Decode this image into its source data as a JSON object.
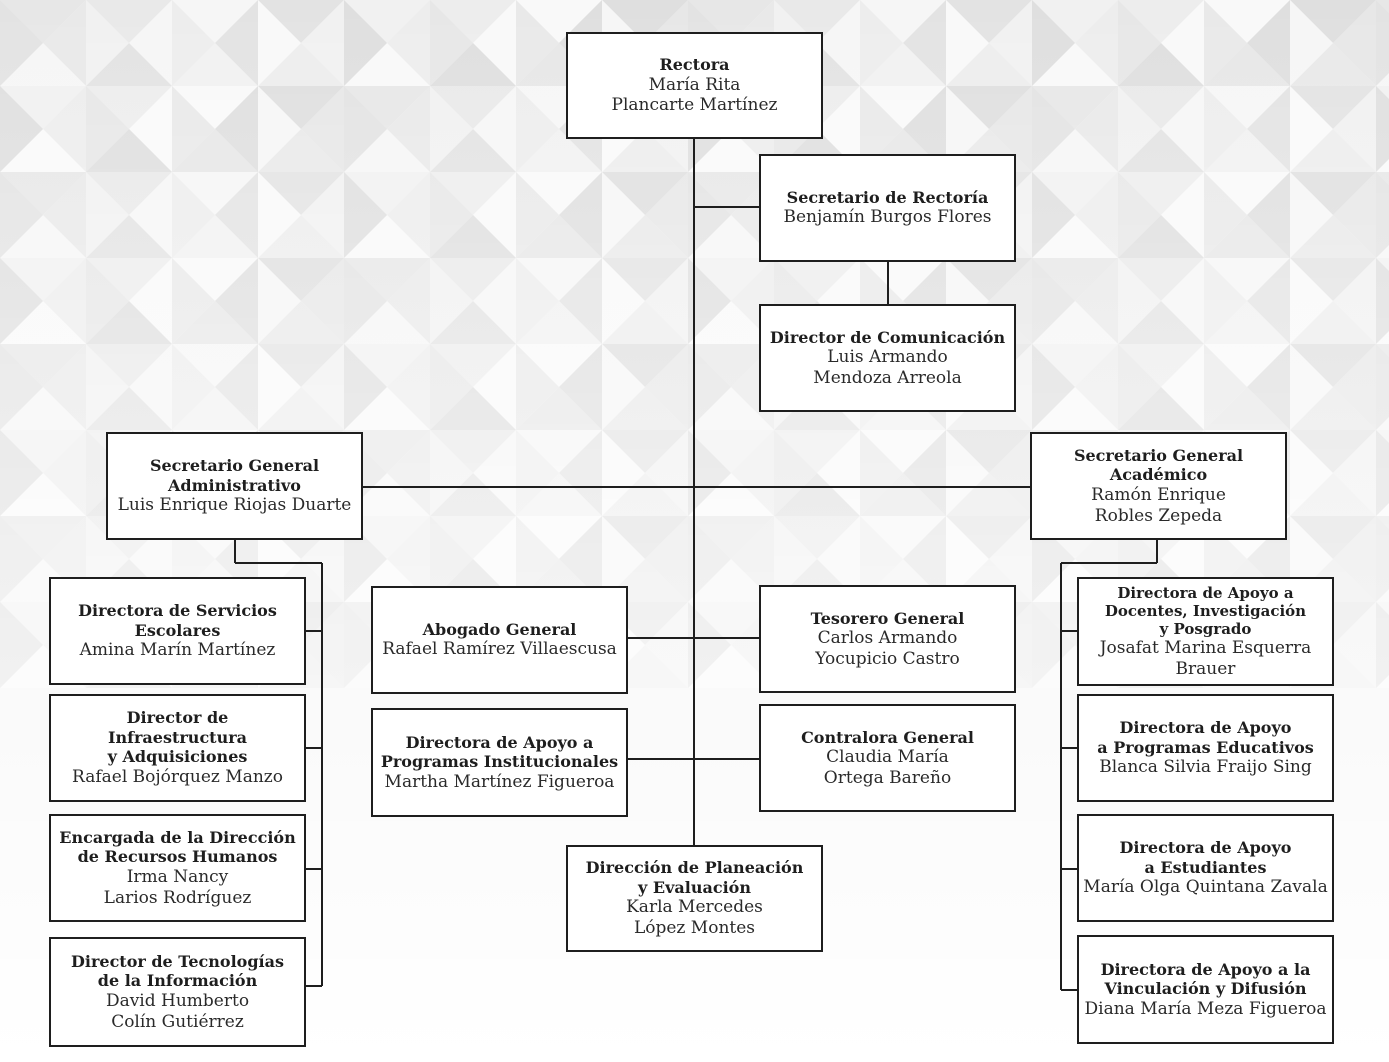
{
  "org_chart": {
    "rectora": {
      "title": "Rectora",
      "name": "María Rita\nPlancarte Martínez"
    },
    "secretario_rectoria": {
      "title": "Secretario de Rectoría",
      "name": "Benjamín Burgos Flores"
    },
    "director_comunicacion": {
      "title": "Director de Comunicación",
      "name": "Luis Armando\nMendoza Arreola"
    },
    "secretario_administrativo": {
      "title": "Secretario General\nAdministrativo",
      "name": "Luis Enrique Riojas Duarte"
    },
    "secretario_academico": {
      "title": "Secretario General\nAcadémico",
      "name": "Ramón Enrique\nRobles Zepeda"
    },
    "abogado_general": {
      "title": "Abogado General",
      "name": "Rafael Ramírez Villaescusa"
    },
    "tesorero_general": {
      "title": "Tesorero General",
      "name": "Carlos Armando\nYocupicio Castro"
    },
    "apoyo_programas_institucionales": {
      "title": "Directora de Apoyo a\nProgramas Institucionales",
      "name": "Martha Martínez Figueroa"
    },
    "contralora_general": {
      "title": "Contralora General",
      "name": "Claudia María\nOrtega Bareño"
    },
    "planeacion_evaluacion": {
      "title": "Dirección de Planeación\ny Evaluación",
      "name": "Karla Mercedes\nLópez Montes"
    },
    "servicios_escolares": {
      "title": "Directora de Servicios\nEscolares",
      "name": "Amina Marín Martínez"
    },
    "infraestructura": {
      "title": "Director de Infraestructura\ny Adquisiciones",
      "name": "Rafael Bojórquez Manzo"
    },
    "recursos_humanos": {
      "title": "Encargada de la Dirección\nde Recursos Humanos",
      "name": "Irma Nancy\nLarios Rodríguez"
    },
    "tecnologias_informacion": {
      "title": "Director de Tecnologías\nde la Información",
      "name": "David Humberto\nColín Gutiérrez"
    },
    "apoyo_docentes": {
      "title": "Directora de Apoyo a\nDocentes, Investigación\ny Posgrado",
      "name": "Josafat Marina Esquerra Brauer"
    },
    "apoyo_programas_educativos": {
      "title": "Directora de Apoyo\na Programas Educativos",
      "name": "Blanca Silvia Fraijo Sing"
    },
    "apoyo_estudiantes": {
      "title": "Directora de Apoyo\na Estudiantes",
      "name": "María Olga Quintana Zavala"
    },
    "apoyo_vinculacion": {
      "title": "Directora de Apoyo a la\nVinculación y Difusión",
      "name": "Diana María Meza Figueroa"
    }
  },
  "colors": {
    "line": "#1e1e1e",
    "box_fill": "#ffffff",
    "background": "#f4f4f4"
  }
}
